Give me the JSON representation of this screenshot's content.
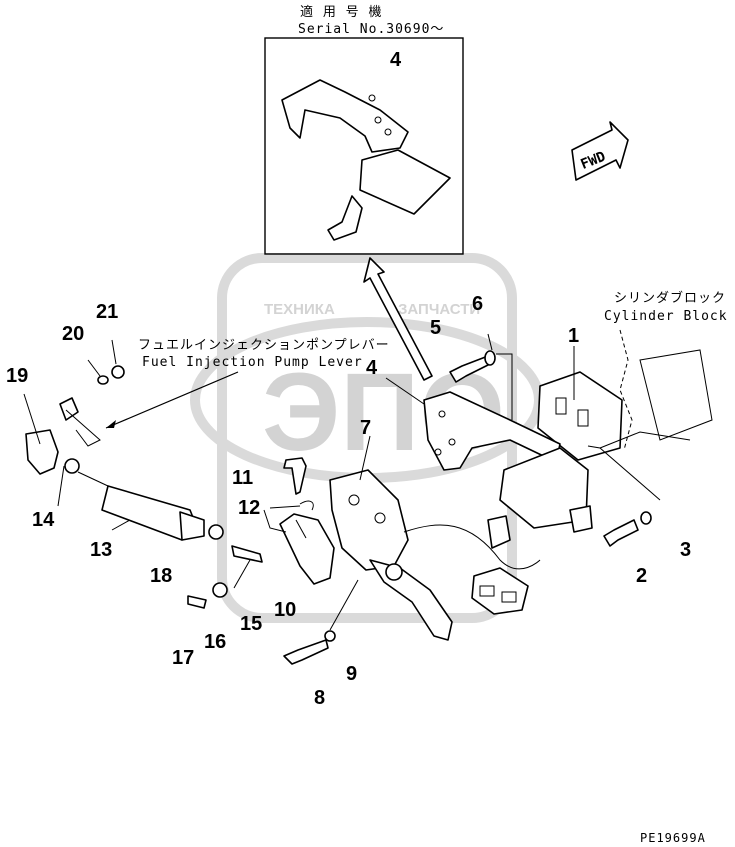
{
  "inset": {
    "title_jp": "適 用 号 機",
    "serial": "Serial No.30690〜"
  },
  "direction_badge": "FWD",
  "labels": {
    "cylinder_block_jp": "シリンダブロック",
    "cylinder_block_en": "Cylinder Block",
    "fuel_pump_lever_jp": "フュエルインジェクションポンプレバー",
    "fuel_pump_lever_en": "Fuel Injection Pump Lever"
  },
  "watermark": {
    "left": "ТЕХНИКА",
    "right": "ЗАПЧАСТИ",
    "center": "ЭПО"
  },
  "drawing_code": "PE19699A",
  "callouts": {
    "c1": "1",
    "c2": "2",
    "c3": "3",
    "c4a": "4",
    "c4b": "4",
    "c5": "5",
    "c6": "6",
    "c7": "7",
    "c8": "8",
    "c9": "9",
    "c10": "10",
    "c11": "11",
    "c12": "12",
    "c13": "13",
    "c14": "14",
    "c15": "15",
    "c16": "16",
    "c17": "17",
    "c18": "18",
    "c19": "19",
    "c20": "20",
    "c21": "21"
  }
}
